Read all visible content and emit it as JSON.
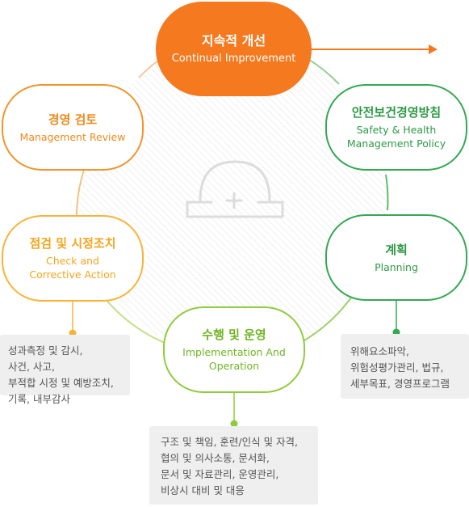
{
  "nodes": {
    "improvement": {
      "title": "지속적 개선",
      "subtitle": "Continual Improvement"
    },
    "review": {
      "title": "경영 검토",
      "subtitle": "Management Review"
    },
    "policy": {
      "title": "안전보건경영방침",
      "subtitle_lines": [
        "Safety & Health",
        "Management Policy"
      ]
    },
    "check": {
      "title": "점검 및 시정조치",
      "subtitle_lines": [
        "Check and",
        "Corrective Action"
      ]
    },
    "planning": {
      "title": "계획",
      "subtitle": "Planning"
    },
    "implementation": {
      "title": "수행 및 운영",
      "subtitle_lines": [
        "Implementation And",
        "Operation"
      ]
    }
  },
  "details": {
    "check": [
      "성과측정 및 감시,",
      "사건, 사고,",
      "부적합 시정 및 예방조치,",
      "기록, 내부감사"
    ],
    "planning": [
      "위해요소파악,",
      "위험성평가관리, 법규,",
      "세부목표, 경영프로그램"
    ],
    "implementation": [
      "구조 및 책임, 훈련/인식 및 자격,",
      "협의 및 의사소통, 문서화,",
      "문서 및 자료관리, 운영관리,",
      "비상시 대비 및 대응"
    ]
  },
  "colors": {
    "orange": "#f0952b",
    "orange_fill": "#f5791f",
    "yellow": "#f7b43a",
    "green": "#34a853",
    "lime": "#8fcc3c",
    "box": "#efefef"
  }
}
